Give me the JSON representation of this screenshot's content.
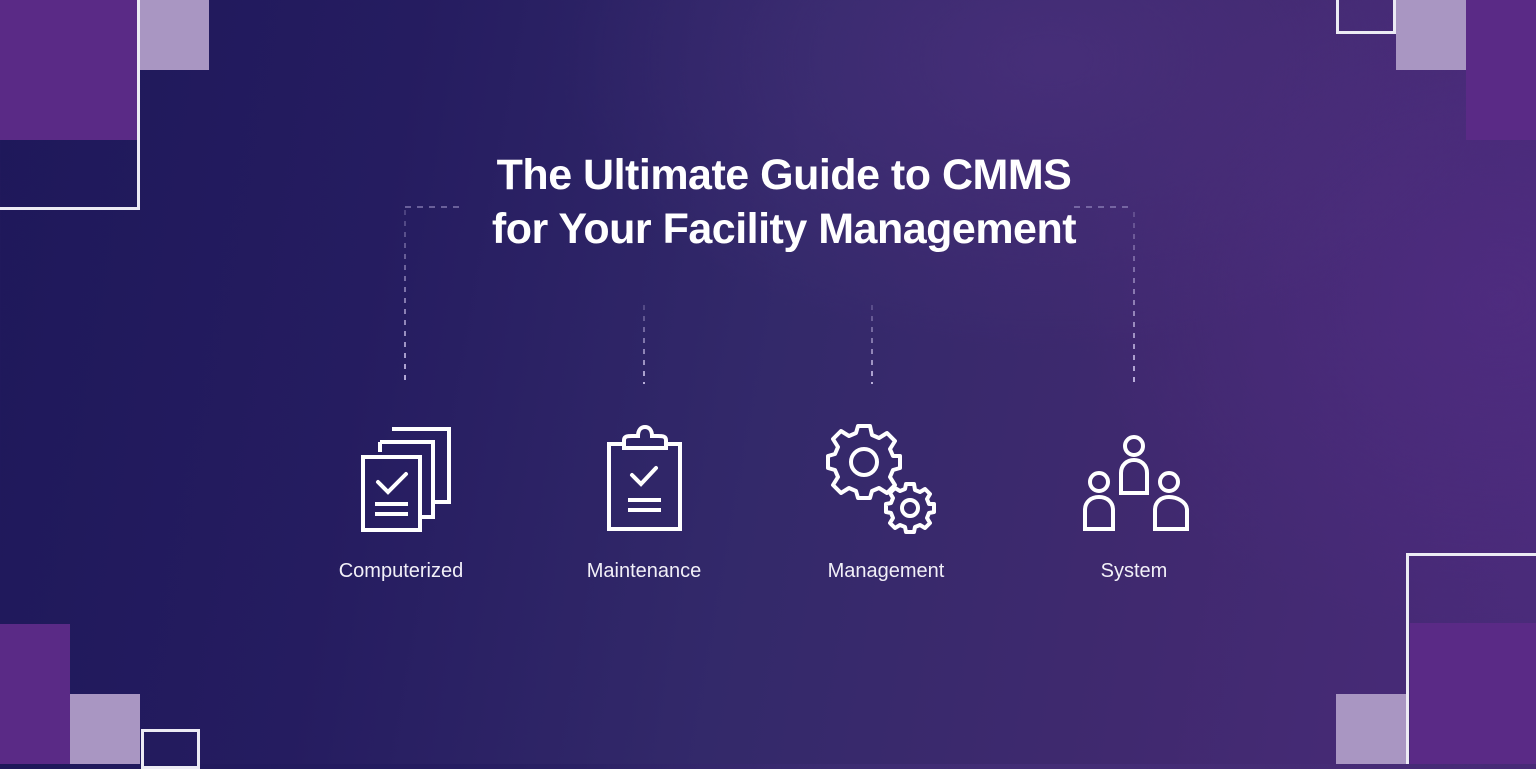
{
  "banner": {
    "title_line_1": "The Ultimate Guide to CMMS",
    "title_line_2": "for Your Facility Management"
  },
  "features": [
    {
      "label": "Computerized",
      "icon": "stacked-documents-check-icon"
    },
    {
      "label": "Maintenance",
      "icon": "clipboard-check-icon"
    },
    {
      "label": "Management",
      "icon": "gears-icon"
    },
    {
      "label": "System",
      "icon": "people-group-icon"
    }
  ],
  "colors": {
    "background_left": "#1e185a",
    "background_right": "#4a2b7a",
    "accent_purple": "#5a2a86",
    "accent_lavender": "#a996c2",
    "outline_white": "#ecebf4",
    "text": "#ffffff"
  }
}
